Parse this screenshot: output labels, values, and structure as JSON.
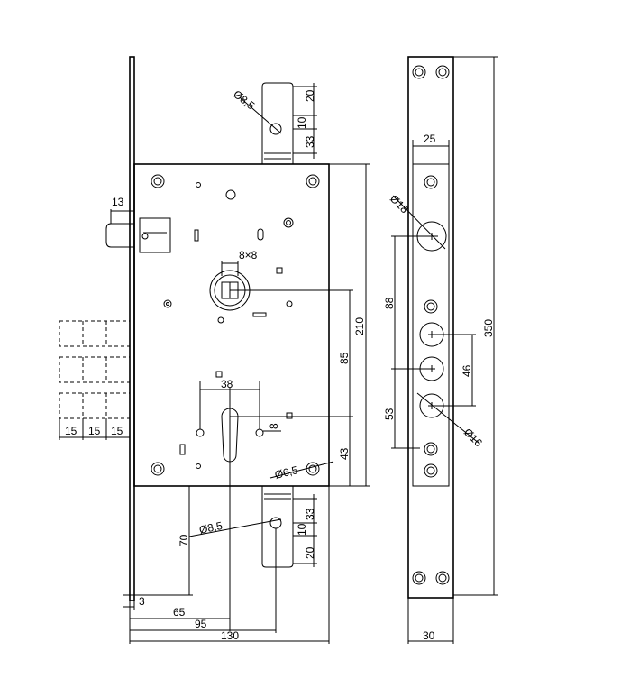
{
  "front_view": {
    "latch_projection": "13",
    "spindle_size": "8×8",
    "top_bolt_hole": "Ø8,5",
    "top_dims": [
      "20",
      "10",
      "33"
    ],
    "bottom_bolt_hole": "Ø8,5",
    "bottom_dims": [
      "33",
      "10",
      "20"
    ],
    "body_height": "210",
    "spindle_to_cylinder": "85",
    "cylinder_to_bottom": "43",
    "cylinder_hole_spacing": "38",
    "small_hole_dim": "8",
    "mount_hole": "Ø6,5",
    "bolt_throws": [
      "15",
      "15",
      "15"
    ],
    "bottom_offset_70": "70",
    "faceplate_thickness": "3",
    "backset_65": "65",
    "dim_95": "95",
    "dim_130": "130"
  },
  "side_view": {
    "width_25": "25",
    "large_hole": "Ø18",
    "spacing_88": "88",
    "spacing_46": "46",
    "spacing_53": "53",
    "small_hole": "Ø16",
    "total_height": "350",
    "total_width": "30"
  }
}
